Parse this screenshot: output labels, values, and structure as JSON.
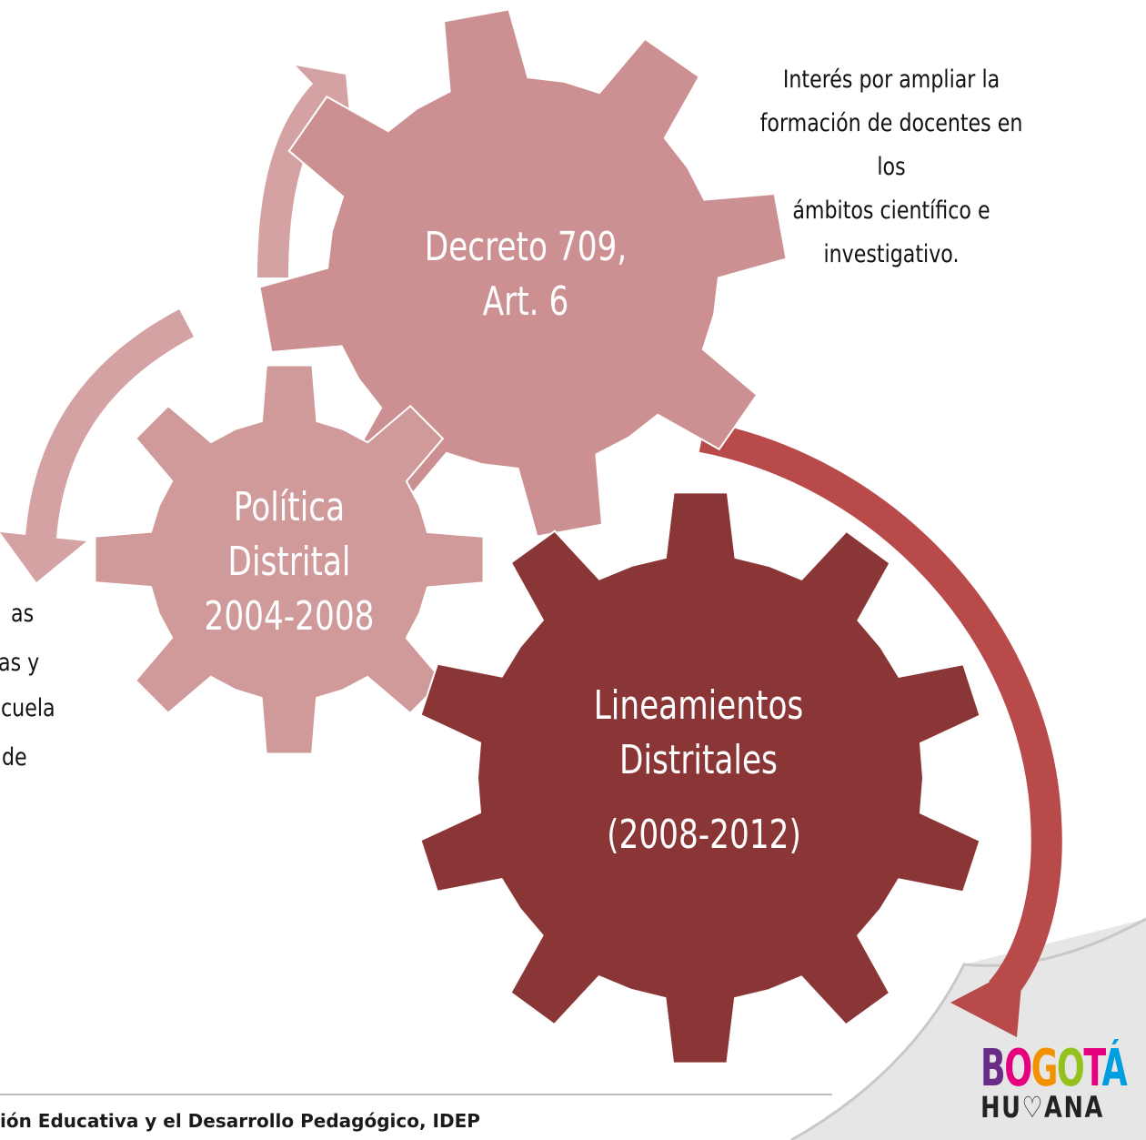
{
  "gears": {
    "decreto": {
      "line1": "Decreto 709,",
      "line2": "Art. 6",
      "color": "#cd9092"
    },
    "politica": {
      "line1": "Política",
      "line2": "Distrital",
      "line3": "2004-2008",
      "color": "#d09a9b"
    },
    "lineamientos": {
      "line1": "Lineamientos",
      "line2": "Distritales",
      "line3": "(2008-2012)",
      "color": "#8b3636"
    }
  },
  "annotations": {
    "right": [
      "Interés por ampliar la",
      "formación de docentes en los",
      "ámbitos científico e",
      "investigativo."
    ],
    "left": [
      "as",
      "as y",
      "cuela",
      "de"
    ]
  },
  "arrows": {
    "light_color": "#d4a2a2",
    "dark_color": "#b84a4a"
  },
  "footer": {
    "text": "ión Educativa y el Desarrollo Pedagógico, IDEP"
  },
  "logo": {
    "top_letters": [
      "B",
      "O",
      "G",
      "O",
      "T",
      "Á"
    ],
    "top_colors": [
      "#6a2d87",
      "#e5007e",
      "#f39200",
      "#95c11f",
      "#e5007e",
      "#009ee0"
    ],
    "bottom": "HU♡ANA"
  }
}
